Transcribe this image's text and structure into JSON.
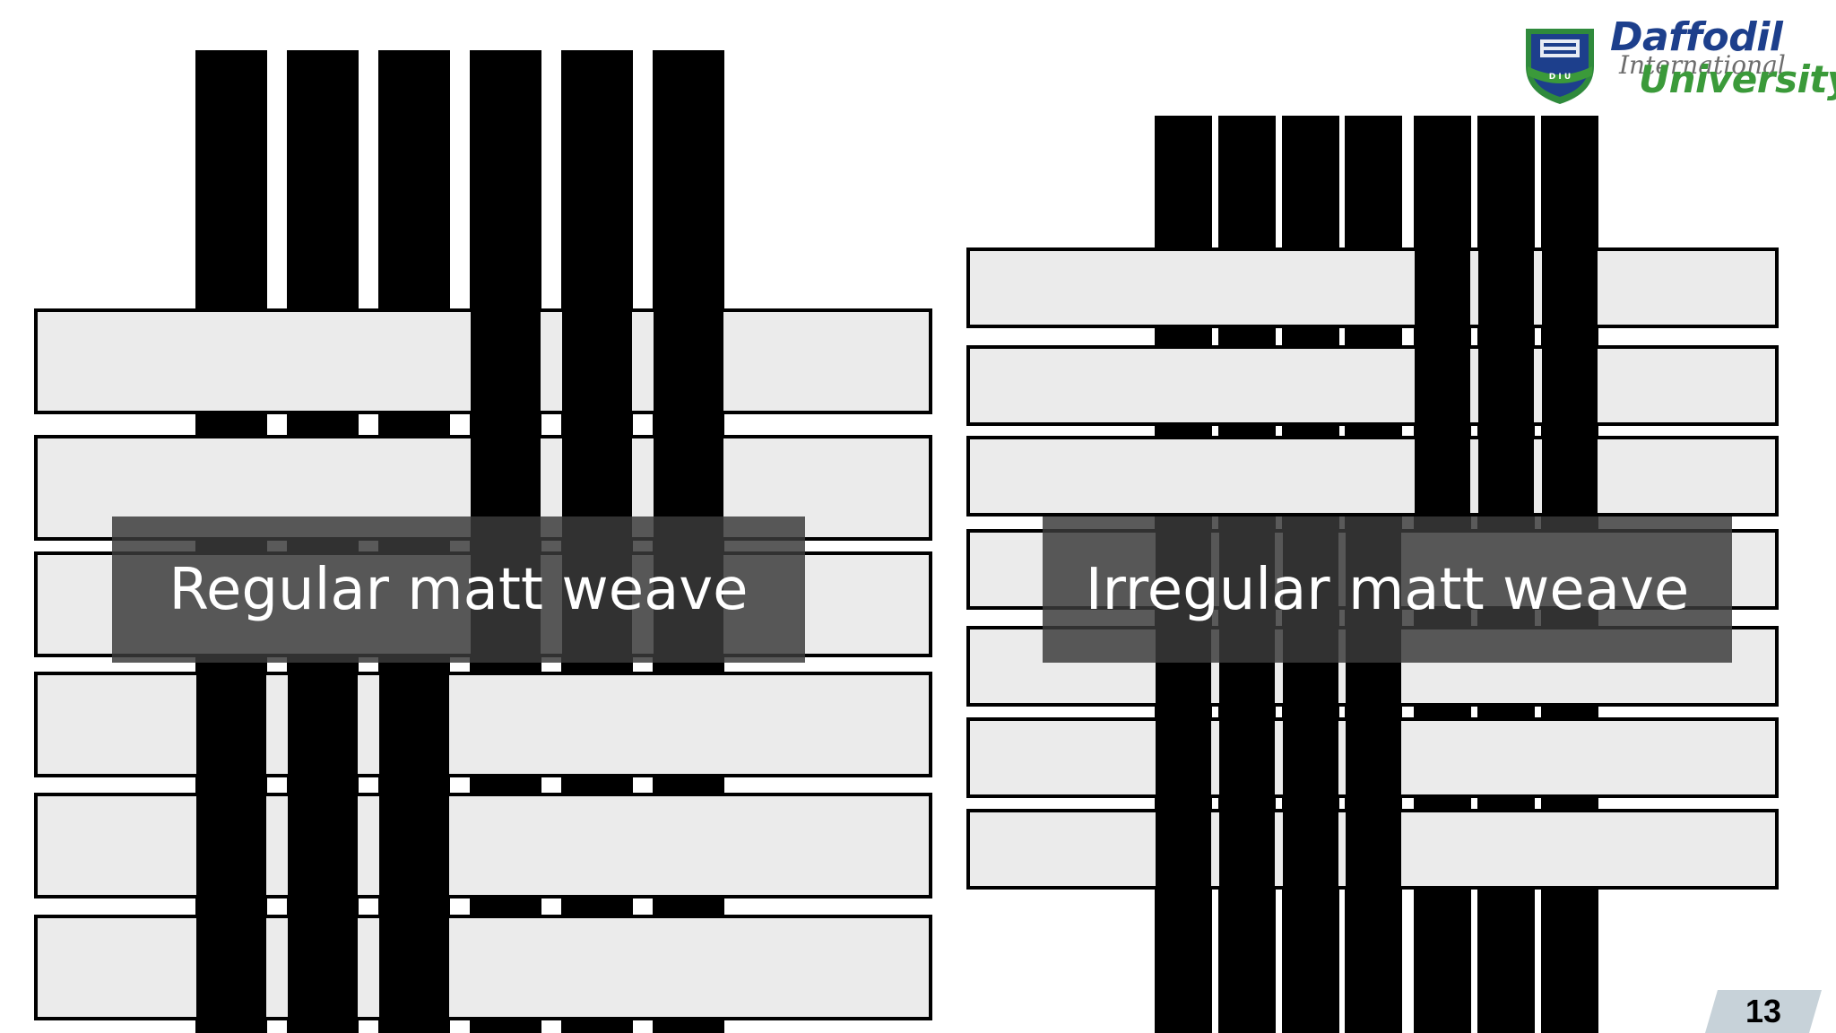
{
  "slide": {
    "caption_left": "Regular matt weave",
    "caption_right": "Irregular matt weave",
    "page_number": "13"
  },
  "logo": {
    "name_primary": "Daffodil",
    "name_middle": "International",
    "name_secondary": "University",
    "shield_initials": "D I U",
    "colors": {
      "primary": "#1d3f8c",
      "secondary": "#3b9a3a"
    }
  },
  "colors": {
    "warp": "#000000",
    "weft": "#ebebeb",
    "caption_bg": "#3a3a3a",
    "page_badge": "#c7d2d9"
  }
}
